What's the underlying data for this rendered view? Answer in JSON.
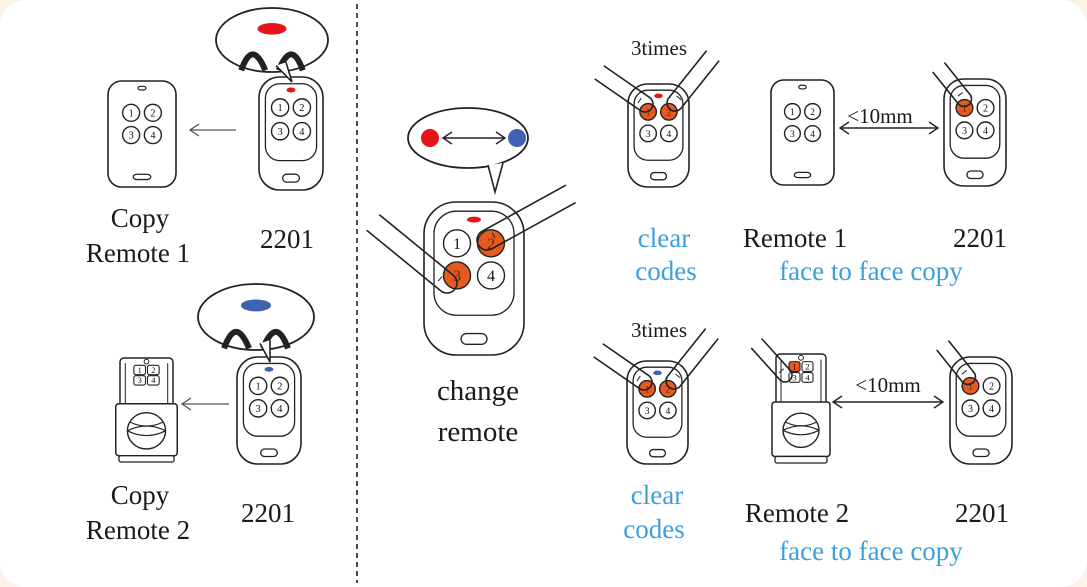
{
  "left_panel": {
    "copy_remote_1": {
      "line1": "Copy",
      "line2": "Remote 1",
      "code": "2201"
    },
    "copy_remote_2": {
      "line1": "Copy",
      "line2": "Remote 2",
      "code": "2201"
    }
  },
  "center_panel": {
    "line1": "change",
    "line2": "remote"
  },
  "right_panel": {
    "row1": {
      "times": "3times",
      "clear_line1": "clear",
      "clear_line2": "codes",
      "remote": "Remote 1",
      "code": "2201",
      "distance": "<10mm",
      "face": "face to face copy"
    },
    "row2": {
      "times": "3times",
      "clear_line1": "clear",
      "clear_line2": "codes",
      "remote": "Remote 2",
      "code": "2201",
      "distance": "<10mm",
      "face": "face to face copy"
    }
  },
  "buttons": {
    "b1": "1",
    "b2": "2",
    "b3": "3",
    "b4": "4"
  },
  "colors": {
    "led_red": "#e8141c",
    "led_blue": "#3f63b0",
    "button_active": "#e55a1e",
    "caption_blue": "#3aa0dc"
  },
  "icons": [
    "remote-control-icon",
    "finger-press-icon",
    "led-callout-icon",
    "arrow-left-icon",
    "double-arrow-icon",
    "dashed-divider"
  ]
}
